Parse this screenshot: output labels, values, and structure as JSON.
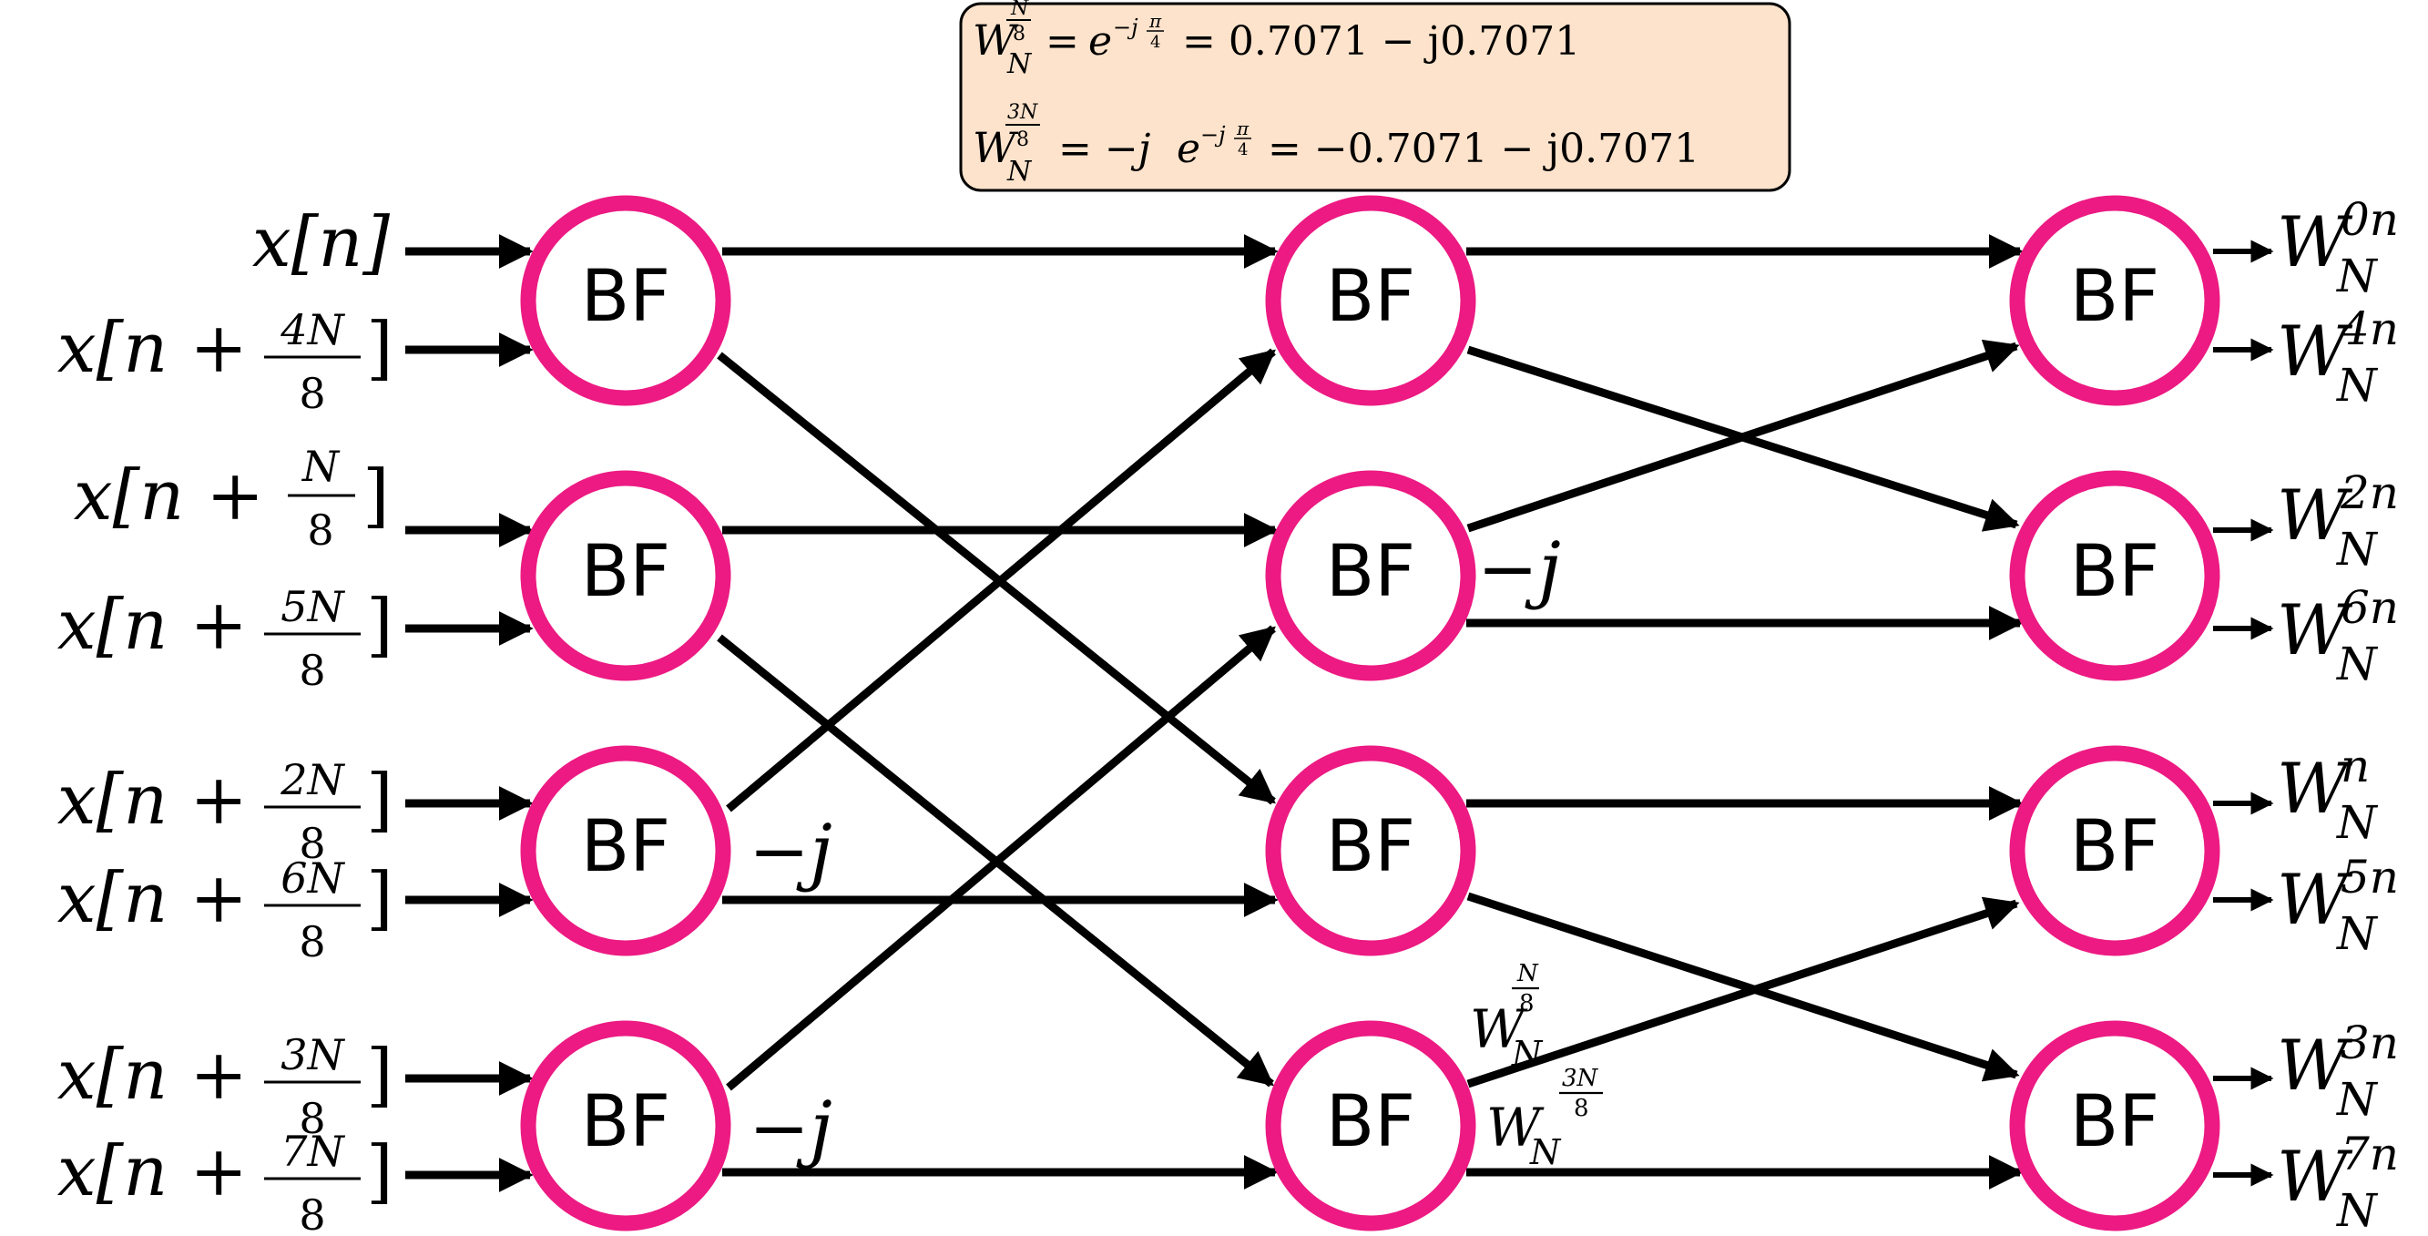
{
  "colors": {
    "node_ring": "#ec1a82",
    "edge": "#000000",
    "note_fill": "#fde3cc",
    "note_stroke": "#000000"
  },
  "note": {
    "line1": {
      "base": "W",
      "sub": "N",
      "sup_num": "N",
      "sup_den": "8",
      "rhs": "= e^{−j π/4} = 0.7071 − j0.7071"
    },
    "line2": {
      "base": "W",
      "sub": "N",
      "sup_num": "3N",
      "sup_den": "8",
      "rhs": "= −je^{−j π/4} = −0.7071 − j0.7071"
    },
    "line1_eq": "=",
    "line1_e": "e",
    "line1_exp": "−j",
    "line1_pi": "π",
    "line1_four": "4",
    "line1_val": "= 0.7071 − j0.7071",
    "line2_eq": "= −j",
    "line2_e": "e",
    "line2_exp": "−j",
    "line2_pi": "π",
    "line2_four": "4",
    "line2_val": "= −0.7071 − j0.7071"
  },
  "node_label": "BF",
  "inputs": [
    {
      "pre": "x[n]",
      "num": "",
      "den": ""
    },
    {
      "pre": "x[n +",
      "num": "4N",
      "den": "8"
    },
    {
      "pre": "x[n +",
      "num": "N",
      "den": "8"
    },
    {
      "pre": "x[n +",
      "num": "5N",
      "den": "8"
    },
    {
      "pre": "x[n +",
      "num": "2N",
      "den": "8"
    },
    {
      "pre": "x[n +",
      "num": "6N",
      "den": "8"
    },
    {
      "pre": "x[n +",
      "num": "3N",
      "den": "8"
    },
    {
      "pre": "x[n +",
      "num": "7N",
      "den": "8"
    }
  ],
  "outputs": [
    {
      "base": "W",
      "sub": "N",
      "sup": "0n"
    },
    {
      "base": "W",
      "sub": "N",
      "sup": "4n"
    },
    {
      "base": "W",
      "sub": "N",
      "sup": "2n"
    },
    {
      "base": "W",
      "sub": "N",
      "sup": "6n"
    },
    {
      "base": "W",
      "sub": "N",
      "sup": "n"
    },
    {
      "base": "W",
      "sub": "N",
      "sup": "5n"
    },
    {
      "base": "W",
      "sub": "N",
      "sup": "3n"
    },
    {
      "base": "W",
      "sub": "N",
      "sup": "7n"
    }
  ],
  "twiddles": {
    "stage1_bf3": "−j",
    "stage1_bf4": "−j",
    "stage2_bf2": "−j",
    "stage2_bf4_top": {
      "base": "W",
      "sub": "N",
      "sup_num": "N",
      "sup_den": "8"
    },
    "stage2_bf4_bottom": {
      "base": "W",
      "sub": "N",
      "sup_num": "3N",
      "sup_den": "8"
    }
  }
}
